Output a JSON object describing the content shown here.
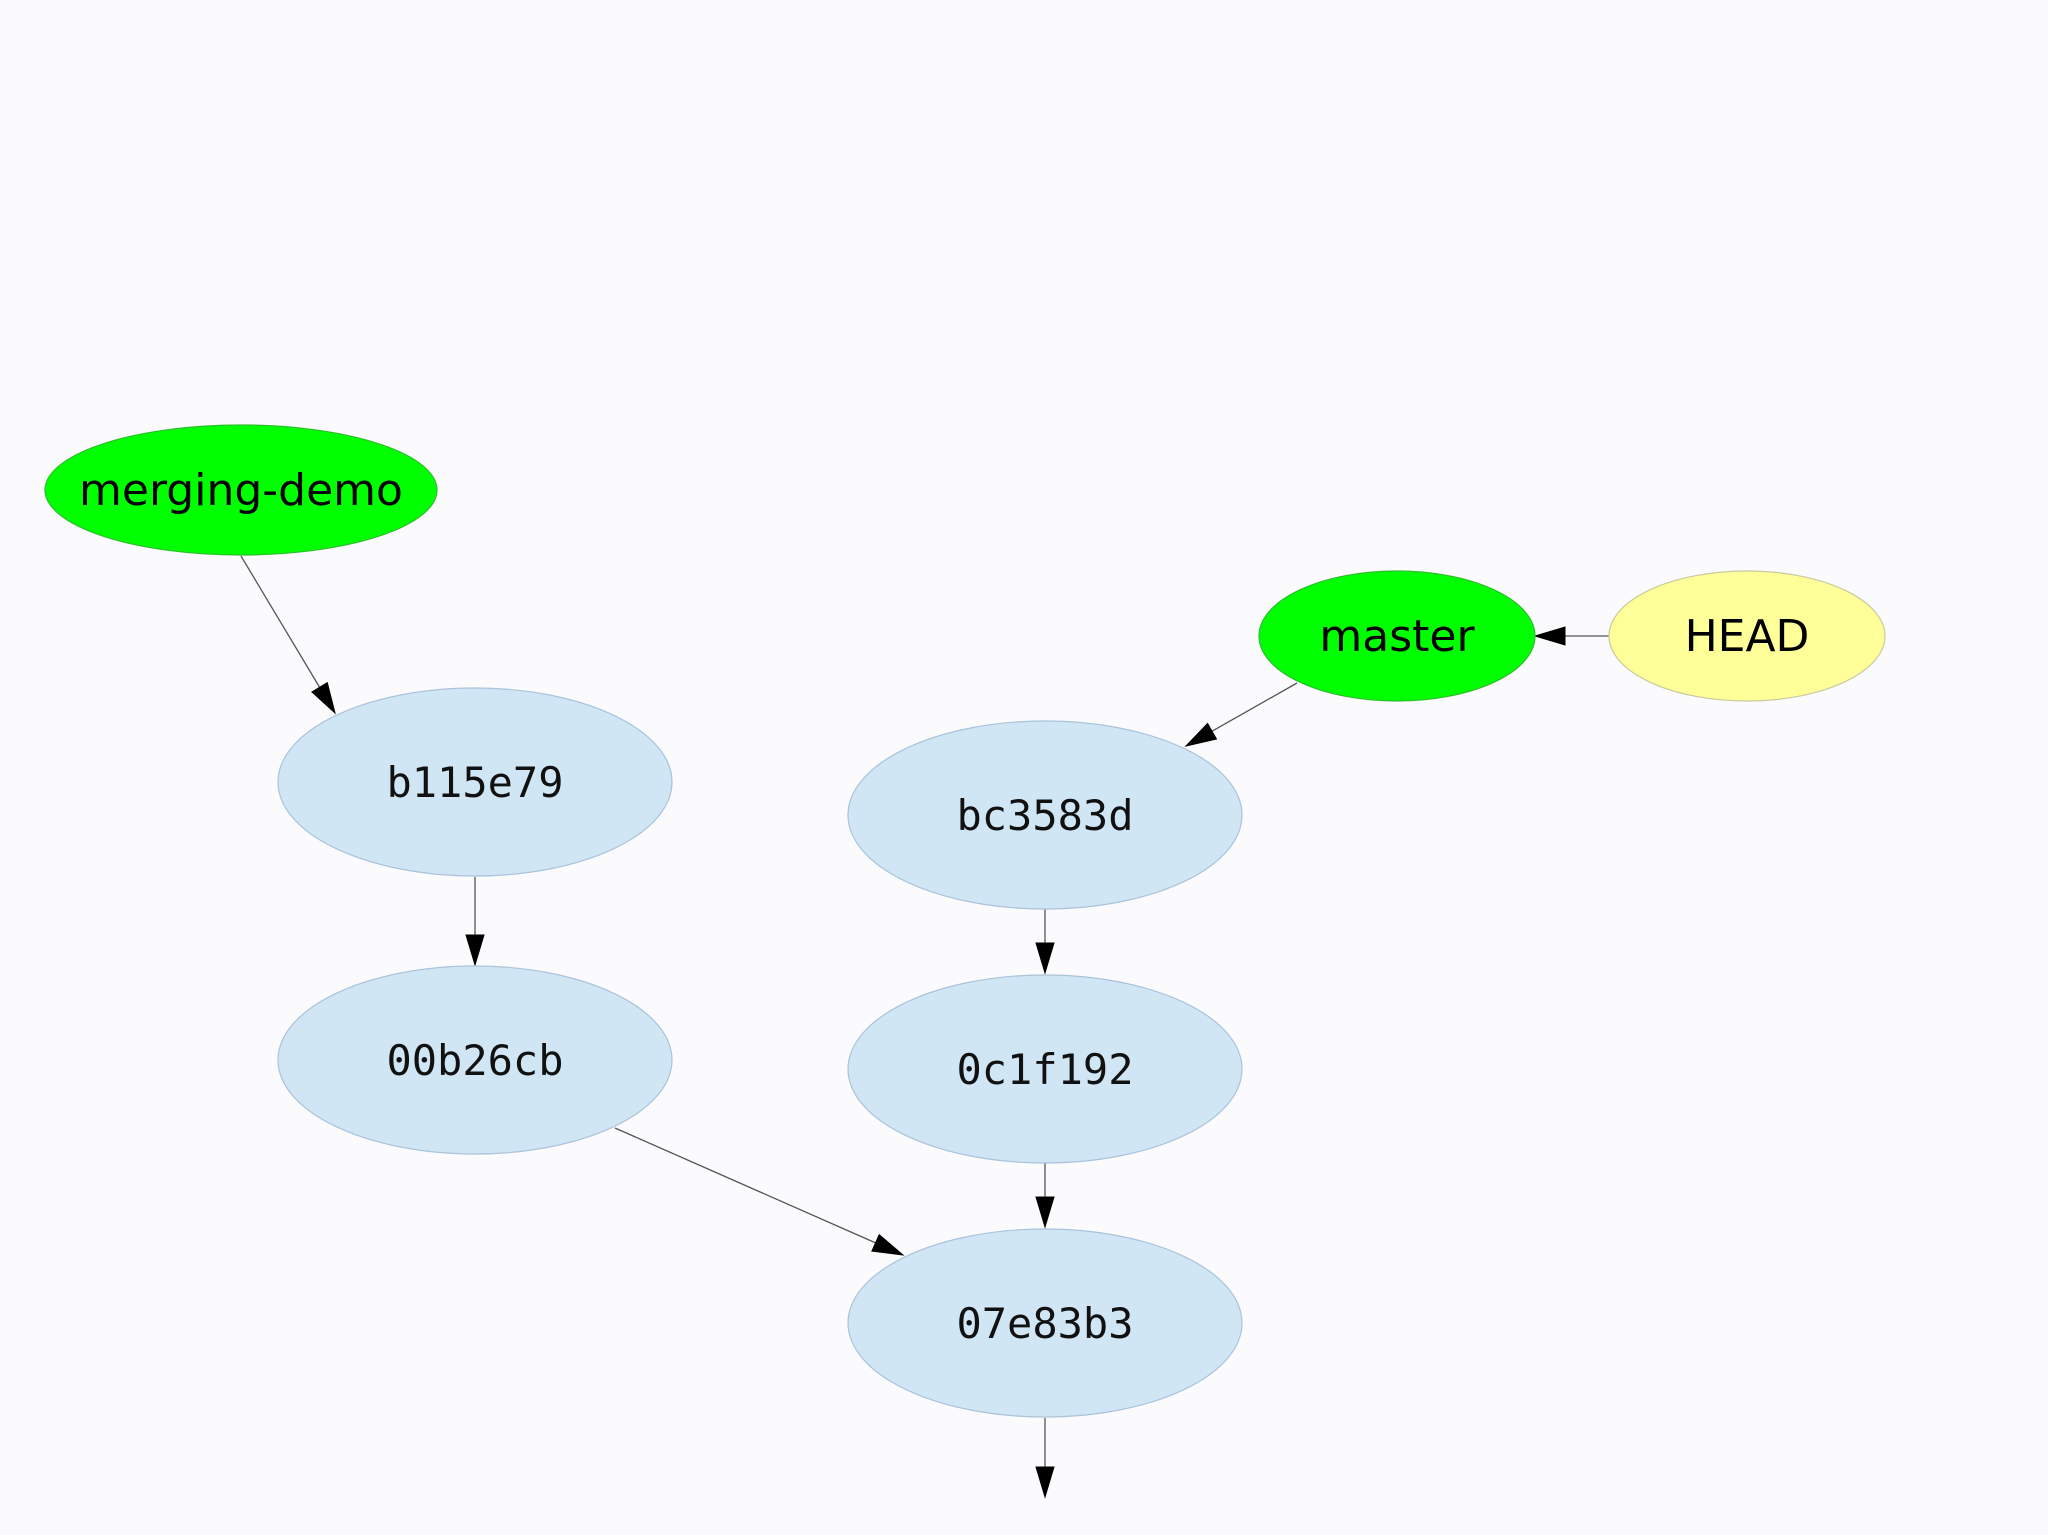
{
  "colors": {
    "background": "#fbfbfd",
    "branch": "#00ff00",
    "head": "#ffff99",
    "commit": "#d1e6f5",
    "commit_stroke": "#a9c3db",
    "branch_stroke": "#2bbf2b",
    "head_stroke": "#c9c9a0",
    "edge": "#555555",
    "arrow": "#000000"
  },
  "nodes": [
    {
      "id": "merging-demo",
      "label": "merging-demo",
      "kind": "branch"
    },
    {
      "id": "master",
      "label": "master",
      "kind": "branch"
    },
    {
      "id": "HEAD",
      "label": "HEAD",
      "kind": "head"
    },
    {
      "id": "b115e79",
      "label": "b115e79",
      "kind": "commit"
    },
    {
      "id": "00b26cb",
      "label": "00b26cb",
      "kind": "commit"
    },
    {
      "id": "bc3583d",
      "label": "bc3583d",
      "kind": "commit"
    },
    {
      "id": "0c1f192",
      "label": "0c1f192",
      "kind": "commit"
    },
    {
      "id": "07e83b3",
      "label": "07e83b3",
      "kind": "commit"
    }
  ],
  "edges": [
    {
      "from": "merging-demo",
      "to": "b115e79"
    },
    {
      "from": "b115e79",
      "to": "00b26cb"
    },
    {
      "from": "00b26cb",
      "to": "07e83b3"
    },
    {
      "from": "HEAD",
      "to": "master"
    },
    {
      "from": "master",
      "to": "bc3583d"
    },
    {
      "from": "bc3583d",
      "to": "0c1f192"
    },
    {
      "from": "0c1f192",
      "to": "07e83b3"
    },
    {
      "from": "07e83b3",
      "to": ""
    }
  ]
}
